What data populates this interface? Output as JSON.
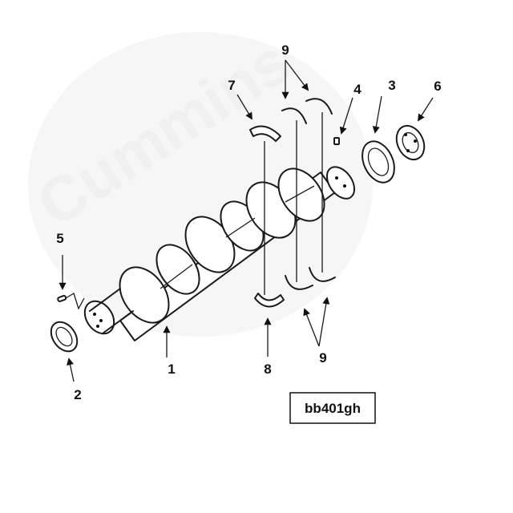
{
  "watermark": {
    "text": "Cummins"
  },
  "figure_code": "bb401gh",
  "callouts": {
    "c1": "1",
    "c2": "2",
    "c3": "3",
    "c4": "4",
    "c5": "5",
    "c6": "6",
    "c7": "7",
    "c8": "8",
    "c9_top": "9",
    "c9_bottom": "9"
  }
}
